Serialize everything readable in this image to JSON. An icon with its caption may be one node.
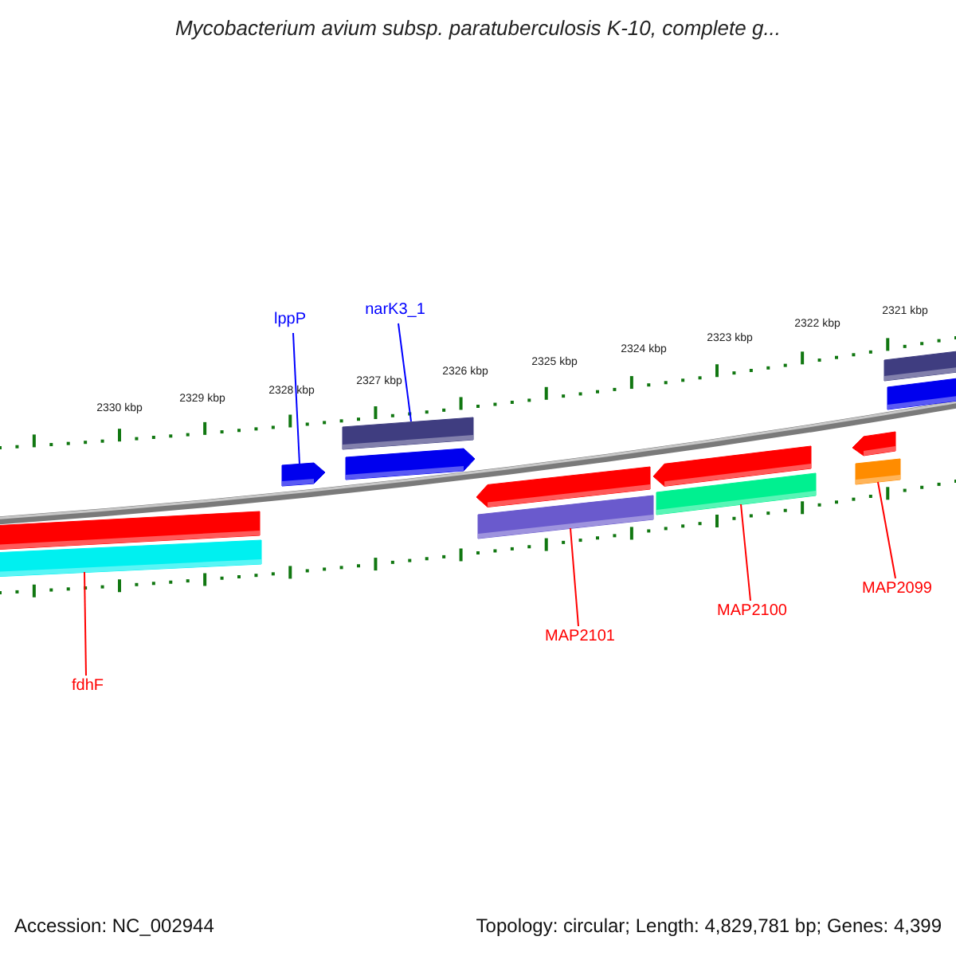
{
  "diagram": {
    "title": "Mycobacterium avium subsp. paratuberculosis K-10, complete g...",
    "nodes": [
      {
        "text": [
          "lppP"
        ]
      },
      {
        "text": [
          "narK3_1"
        ]
      },
      {
        "text": [
          "fdhF"
        ]
      },
      {
        "text": [
          "MAP2101"
        ]
      },
      {
        "text": [
          "MAP2100"
        ]
      },
      {
        "text": [
          "MAP2099"
        ]
      },
      {
        "text": [],
        "shape": "bar"
      },
      {
        "text": [],
        "shape": "arrow"
      },
      {
        "text": [],
        "shape": "arrow"
      },
      {
        "text": [],
        "shape": "bar"
      },
      {
        "text": [],
        "shape": "bar"
      },
      {
        "text": [],
        "shape": "bar"
      },
      {
        "text": [],
        "shape": "bar"
      },
      {
        "text": [],
        "shape": "arrow"
      },
      {
        "text": [],
        "shape": "bar"
      },
      {
        "text": [],
        "shape": "arrow"
      },
      {
        "text": [],
        "shape": "bar"
      },
      {
        "text": [],
        "shape": "arrow"
      },
      {
        "text": [],
        "shape": "bar"
      }
    ],
    "edges": [
      {
        "from": 0,
        "to": 8,
        "arrow": "none",
        "color": "#0000ff"
      },
      {
        "from": 1,
        "to": 6,
        "arrow": "none",
        "color": "#0000ff"
      },
      {
        "from": 2,
        "to": 12,
        "arrow": "none"
      },
      {
        "from": 3,
        "to": 14,
        "arrow": "none"
      },
      {
        "from": 4,
        "to": 16,
        "arrow": "none"
      },
      {
        "from": 5,
        "to": 18,
        "arrow": "none"
      }
    ],
    "labels": [
      "2321 kbp",
      "2322 kbp",
      "2323 kbp",
      "2324 kbp",
      "2325 kbp",
      "2326 kbp",
      "2327 kbp",
      "2328 kbp",
      "2329 kbp",
      "2330 kbp",
      "Accession: NC_002944",
      "Topology: circular; Length: 4,829,781 bp; Genes: 4,399"
    ]
  }
}
